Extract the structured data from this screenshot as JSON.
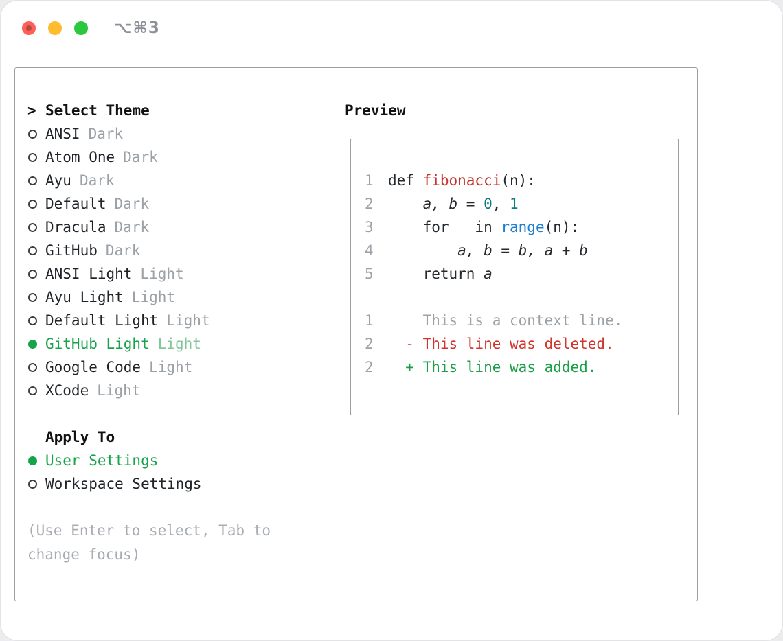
{
  "colors": {
    "accent_green": "#17a34a",
    "deleted_red": "#d0342c",
    "added_green": "#1a9e46",
    "function_red": "#c5322d",
    "number_teal": "#0a7e7e",
    "builtin_blue": "#1f7fd1",
    "muted_gray": "#9ba1a6"
  },
  "titlebar": {
    "shortcut_label": "⌥⌘3"
  },
  "theme_selector": {
    "prompt_marker": ">",
    "title": "Select Theme",
    "items": [
      {
        "name": "ANSI",
        "variant": "Dark",
        "selected": false
      },
      {
        "name": "Atom One",
        "variant": "Dark",
        "selected": false
      },
      {
        "name": "Ayu",
        "variant": "Dark",
        "selected": false
      },
      {
        "name": "Default",
        "variant": "Dark",
        "selected": false
      },
      {
        "name": "Dracula",
        "variant": "Dark",
        "selected": false
      },
      {
        "name": "GitHub",
        "variant": "Dark",
        "selected": false
      },
      {
        "name": "ANSI Light",
        "variant": "Light",
        "selected": false
      },
      {
        "name": "Ayu Light",
        "variant": "Light",
        "selected": false
      },
      {
        "name": "Default Light",
        "variant": "Light",
        "selected": false
      },
      {
        "name": "GitHub Light",
        "variant": "Light",
        "selected": true
      },
      {
        "name": "Google Code",
        "variant": "Light",
        "selected": false
      },
      {
        "name": "XCode",
        "variant": "Light",
        "selected": false
      }
    ]
  },
  "apply_to": {
    "title": "Apply To",
    "options": [
      {
        "name": "User Settings",
        "selected": true
      },
      {
        "name": "Workspace Settings",
        "selected": false
      }
    ]
  },
  "hint": "(Use Enter to select, Tab to change focus)",
  "preview": {
    "title": "Preview",
    "code": [
      {
        "num": "1",
        "tokens": [
          "def ",
          "fibonacci",
          "(n):"
        ]
      },
      {
        "num": "2",
        "tokens": [
          "    ",
          "a, b",
          " = ",
          "0",
          ", ",
          "1"
        ]
      },
      {
        "num": "3",
        "tokens": [
          "    for _ in ",
          "range",
          "(n):"
        ]
      },
      {
        "num": "4",
        "tokens": [
          "        ",
          "a, b",
          " = ",
          "b, a + b"
        ]
      },
      {
        "num": "5",
        "tokens": [
          "    return ",
          "a"
        ]
      }
    ],
    "diff": [
      {
        "num": "1",
        "text": "    This is a context line.",
        "type": "context"
      },
      {
        "num": "2",
        "text": "  - This line was deleted.",
        "type": "deleted"
      },
      {
        "num": "2",
        "text": "  + This line was added.",
        "type": "added"
      }
    ]
  }
}
